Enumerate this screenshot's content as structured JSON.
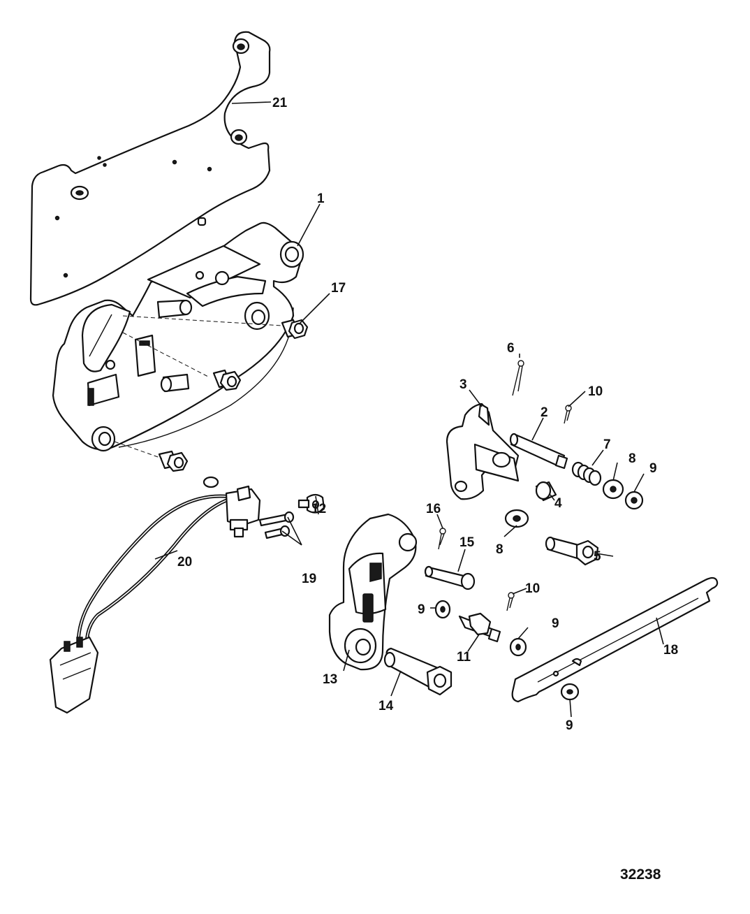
{
  "figure": {
    "number": "32238"
  },
  "callouts": [
    {
      "key": "c21",
      "label": "21"
    },
    {
      "key": "c1",
      "label": "1"
    },
    {
      "key": "c17",
      "label": "17"
    },
    {
      "key": "c6",
      "label": "6"
    },
    {
      "key": "c3",
      "label": "3"
    },
    {
      "key": "c10a",
      "label": "10"
    },
    {
      "key": "c2",
      "label": "2"
    },
    {
      "key": "c7",
      "label": "7"
    },
    {
      "key": "c8a",
      "label": "8"
    },
    {
      "key": "c9a",
      "label": "9"
    },
    {
      "key": "c4",
      "label": "4"
    },
    {
      "key": "c12",
      "label": "12"
    },
    {
      "key": "c16",
      "label": "16"
    },
    {
      "key": "c8b",
      "label": "8"
    },
    {
      "key": "c5",
      "label": "5"
    },
    {
      "key": "c15",
      "label": "15"
    },
    {
      "key": "c20",
      "label": "20"
    },
    {
      "key": "c19",
      "label": "19"
    },
    {
      "key": "c10b",
      "label": "10"
    },
    {
      "key": "c9b",
      "label": "9"
    },
    {
      "key": "c9c",
      "label": "9"
    },
    {
      "key": "c11",
      "label": "11"
    },
    {
      "key": "c18",
      "label": "18"
    },
    {
      "key": "c13",
      "label": "13"
    },
    {
      "key": "c14",
      "label": "14"
    },
    {
      "key": "c9d",
      "label": "9"
    }
  ],
  "colors": {
    "line": "#111111",
    "background": "#ffffff"
  }
}
